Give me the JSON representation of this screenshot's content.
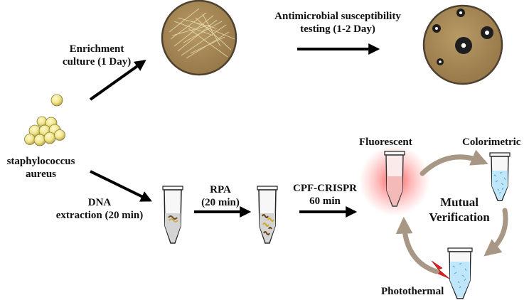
{
  "labels": {
    "enrichment": [
      "Enrichment",
      "culture (1 Day)"
    ],
    "ast": [
      "Antimicrobial susceptibility",
      "testing (1-2 Day)"
    ],
    "organism": [
      "staphylococcus",
      "aureus"
    ],
    "dna": [
      "DNA",
      "extraction (20 min)"
    ],
    "rpa": [
      "RPA",
      "(20 min)"
    ],
    "crispr": [
      "CPF-CRISPR",
      "60 min"
    ],
    "fluorescent": "Fluorescent",
    "colorimetric": "Colorimetric",
    "photothermal": "Photothermal",
    "mutual": [
      "Mutual",
      "Verification"
    ]
  },
  "colors": {
    "arrow": "#000000",
    "cycle_arrow": "#a89784",
    "bacteria": "#efe48a",
    "agar": "#a88a5a",
    "agar_rim": "#5a4a32",
    "inhibition_zone": "#1e1e1e",
    "fluorescent_glow": "#ff3b3b",
    "blue_liquid": "#bfe6fb",
    "laser": "#e62020"
  }
}
